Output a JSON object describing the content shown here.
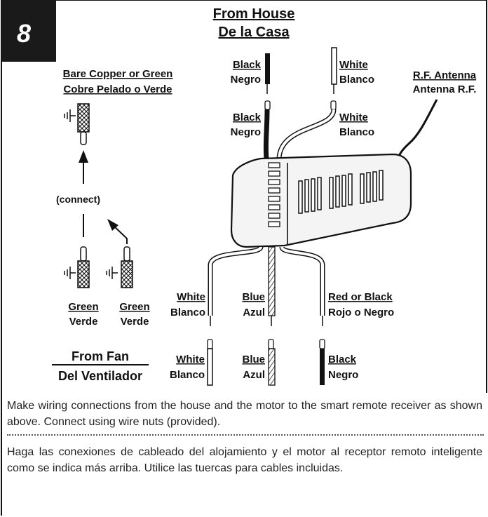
{
  "step": "8",
  "header": {
    "line1": "From House",
    "line2": "De la Casa"
  },
  "ground": {
    "line1": "Bare Copper or Green",
    "line2": "Cobre Pelado o Verde"
  },
  "house_black_top": {
    "en": "Black",
    "es": "Negro"
  },
  "house_white_top": {
    "en": "White",
    "es": "Blanco"
  },
  "house_black_lead": {
    "en": "Black",
    "es": "Negro"
  },
  "house_white_lead": {
    "en": "White",
    "es": "Blanco"
  },
  "antenna": {
    "line1": "R.F. Antenna",
    "line2": "Antenna R.F."
  },
  "connect_label": "(connect)",
  "green_left": {
    "en": "Green",
    "es": "Verde"
  },
  "green_right": {
    "en": "Green",
    "es": "Verde"
  },
  "recv_white": {
    "en": "White",
    "es": "Blanco"
  },
  "recv_blue": {
    "en": "Blue",
    "es": "Azul"
  },
  "recv_red": {
    "en": "Red or Black",
    "es": "Rojo o Negro"
  },
  "from_fan": {
    "line1": "From Fan",
    "line2": "Del Ventilador"
  },
  "fan_white": {
    "en": "White",
    "es": "Blanco"
  },
  "fan_blue": {
    "en": "Blue",
    "es": "Azul"
  },
  "fan_black": {
    "en": "Black",
    "es": "Negro"
  },
  "caption_en": "Make wiring connections from the house and the motor to the smart remote receiver as shown above. Connect using wire nuts (provided).",
  "caption_es": "Haga las conexiones de cableado del alojamiento y el motor al receptor remoto inteligente como se indica más arriba. Utilice las tuercas para cables incluidas.",
  "colors": {
    "ink": "#111111",
    "badge_bg": "#1a1a1a",
    "badge_fg": "#ffffff",
    "receiver_fill": "#f4f4f4"
  }
}
